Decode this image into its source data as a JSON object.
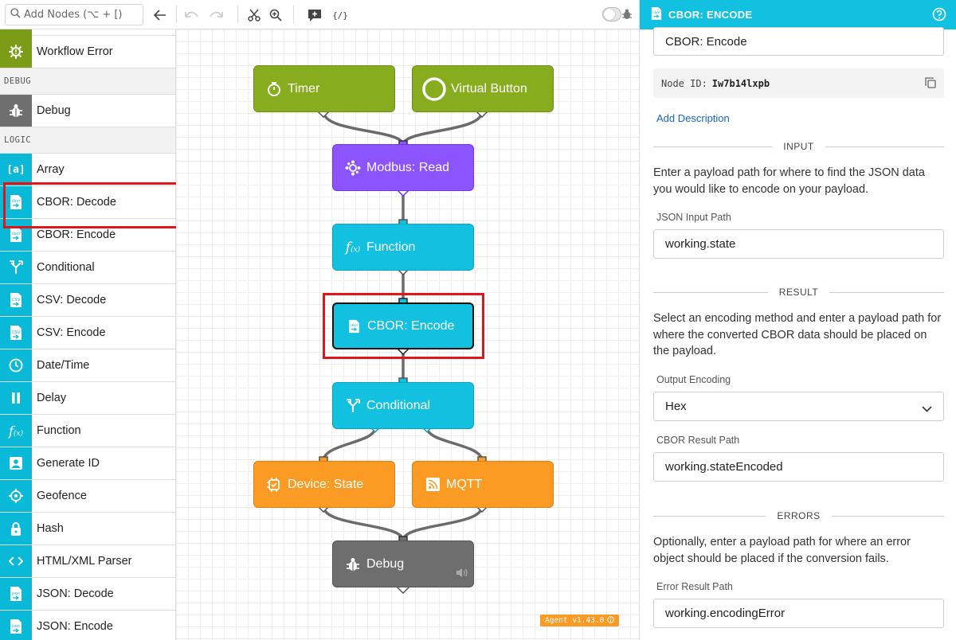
{
  "toolbar": {
    "search_placeholder": "Add Nodes (⌥ + [)",
    "buttons": [
      "back",
      "undo",
      "redo",
      "cut",
      "zoom",
      "add-annotation",
      "template-variable"
    ],
    "debug_toggle": "off"
  },
  "palette": {
    "items_top": [
      {
        "label": "Workflow Error",
        "icon": "workflow-error-icon",
        "color": "green"
      }
    ],
    "sections": [
      {
        "title": "DEBUG",
        "items": [
          {
            "label": "Debug",
            "icon": "bug-icon",
            "color": "gray"
          }
        ]
      },
      {
        "title": "LOGIC",
        "items": [
          {
            "label": "Array",
            "icon": "array-icon"
          },
          {
            "label": "CBOR: Decode",
            "icon": "cbor-decode-icon"
          },
          {
            "label": "CBOR: Encode",
            "icon": "cbor-encode-icon"
          },
          {
            "label": "Conditional",
            "icon": "conditional-icon"
          },
          {
            "label": "CSV: Decode",
            "icon": "csv-decode-icon"
          },
          {
            "label": "CSV: Encode",
            "icon": "csv-encode-icon"
          },
          {
            "label": "Date/Time",
            "icon": "clock-icon"
          },
          {
            "label": "Delay",
            "icon": "pause-icon"
          },
          {
            "label": "Function",
            "icon": "function-icon"
          },
          {
            "label": "Generate ID",
            "icon": "id-card-icon"
          },
          {
            "label": "Geofence",
            "icon": "crosshair-icon"
          },
          {
            "label": "Hash",
            "icon": "lock-icon"
          },
          {
            "label": "HTML/XML Parser",
            "icon": "code-icon"
          },
          {
            "label": "JSON: Decode",
            "icon": "json-decode-icon"
          },
          {
            "label": "JSON: Encode",
            "icon": "json-encode-icon"
          }
        ]
      }
    ]
  },
  "canvas": {
    "nodes": [
      {
        "id": "timer",
        "label": "Timer",
        "icon": "timer-icon",
        "color": "green"
      },
      {
        "id": "virtual_button",
        "label": "Virtual Button",
        "icon": "circle-icon",
        "color": "green"
      },
      {
        "id": "modbus_read",
        "label": "Modbus: Read",
        "icon": "modbus-icon",
        "color": "purple"
      },
      {
        "id": "function",
        "label": "Function",
        "icon": "function-icon",
        "color": "cyan"
      },
      {
        "id": "cbor_encode",
        "label": "CBOR: Encode",
        "icon": "cbor-encode-icon",
        "color": "cyan",
        "selected": true
      },
      {
        "id": "conditional",
        "label": "Conditional",
        "icon": "conditional-icon",
        "color": "cyan"
      },
      {
        "id": "device_state",
        "label": "Device: State",
        "icon": "device-state-icon",
        "color": "orange"
      },
      {
        "id": "mqtt",
        "label": "MQTT",
        "icon": "rss-icon",
        "color": "orange"
      },
      {
        "id": "debug",
        "label": "Debug",
        "icon": "bug-icon",
        "color": "gray"
      }
    ],
    "agent_version": "Agent v1.43.0"
  },
  "panel": {
    "header_title": "CBOR: ENCODE",
    "node_name": "CBOR: Encode",
    "node_id_label": "Node ID:",
    "node_id": "Iw7b14lxpb",
    "add_description": "Add Description",
    "input": {
      "section_title": "INPUT",
      "description": "Enter a payload path for where to find the JSON data you would like to encode on your payload.",
      "json_input_label": "JSON Input Path",
      "json_input_value": "working.state"
    },
    "result": {
      "section_title": "RESULT",
      "description": "Select an encoding method and enter a payload path for where the converted CBOR data should be placed on the payload.",
      "output_encoding_label": "Output Encoding",
      "output_encoding_value": "Hex",
      "cbor_result_label": "CBOR Result Path",
      "cbor_result_value": "working.stateEncoded"
    },
    "errors": {
      "section_title": "ERRORS",
      "description": "Optionally, enter a payload path for where an error object should be placed if the conversion fails.",
      "error_result_label": "Error Result Path",
      "error_result_value": "working.encodingError"
    }
  },
  "colors": {
    "accent_cyan": "#12c1e0",
    "trigger_green": "#87ad1e",
    "data_purple": "#8c54ff",
    "output_orange": "#fb9b23",
    "debug_gray": "#6e6e6e",
    "highlight_red": "#e4141b"
  }
}
